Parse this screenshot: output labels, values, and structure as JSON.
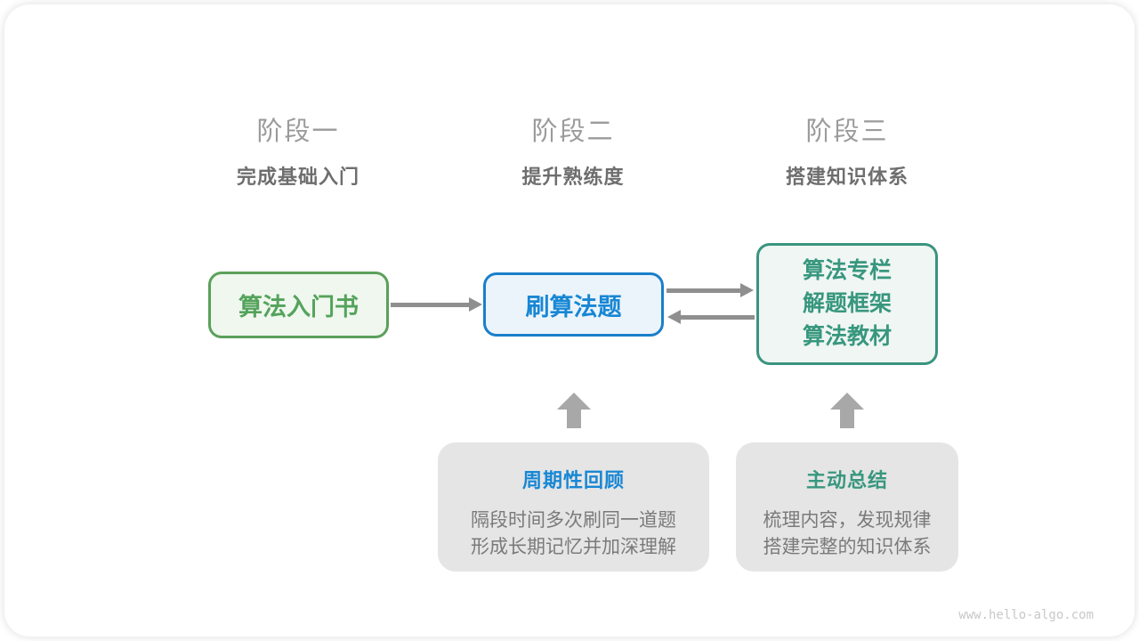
{
  "stages": [
    {
      "label": "阶段一",
      "subtitle": "完成基础入门"
    },
    {
      "label": "阶段二",
      "subtitle": "提升熟练度"
    },
    {
      "label": "阶段三",
      "subtitle": "搭建知识体系"
    }
  ],
  "flow": {
    "box1": {
      "label": "算法入门书"
    },
    "box2": {
      "label": "刷算法题"
    },
    "box3": {
      "lines": [
        "算法专栏",
        "解题框架",
        "算法教材"
      ]
    }
  },
  "callouts": [
    {
      "title": "周期性回顾",
      "lines": [
        "隔段时间多次刷同一道题",
        "形成长期记忆并加深理解"
      ]
    },
    {
      "title": "主动总结",
      "lines": [
        "梳理内容，发现规律",
        "搭建完整的知识体系"
      ]
    }
  ],
  "watermark": "www.hello-algo.com",
  "colors": {
    "green_border": "#5BA05B",
    "green_bg": "#F0F7EE",
    "green_text": "#54A35C",
    "blue_border": "#1A7FC9",
    "blue_bg": "#ECF4FB",
    "blue_text": "#1887D4",
    "teal_border": "#3A947F",
    "teal_bg": "#EFF6F3",
    "teal_text": "#38977E",
    "callout_bg": "#E5E5E5",
    "arrow": "#8F8F8F",
    "up_arrow": "#A8A8A8",
    "stage_title": "#9B9B9B",
    "stage_subtitle": "#6E6E6E",
    "body_text": "#7A7A7A",
    "watermark": "#C8C8C8"
  }
}
